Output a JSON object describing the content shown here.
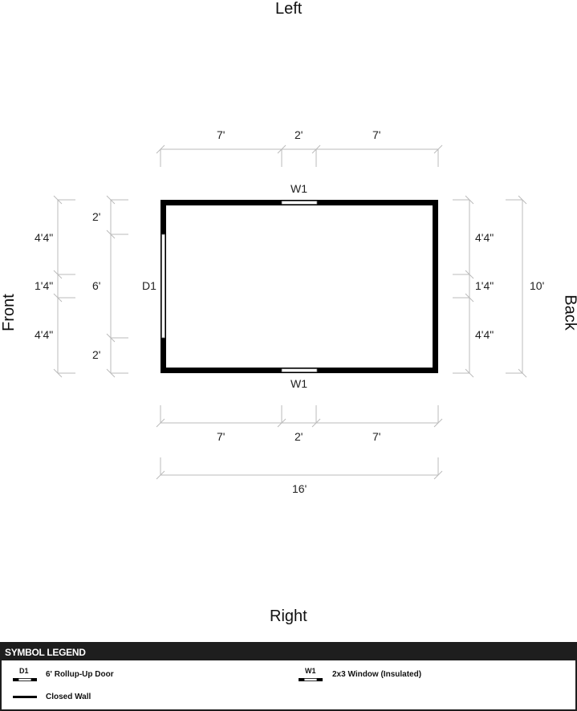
{
  "sides": {
    "top": "Left",
    "bottom": "Right",
    "left": "Front",
    "right": "Back"
  },
  "dimensions": {
    "top": [
      "7'",
      "2'",
      "7'"
    ],
    "bottom": [
      "7'",
      "2'",
      "7'"
    ],
    "total_length": "16'",
    "left_outer": [
      "4'4\"",
      "1'4\"",
      "4'4\""
    ],
    "left_inner": [
      "2'",
      "6'",
      "2'"
    ],
    "right_inner": [
      "4'4\"",
      "1'4\"",
      "4'4\""
    ],
    "total_width": "10'"
  },
  "openings": {
    "top_window": "W1",
    "bottom_window": "W1",
    "front_door": "D1"
  },
  "legend": {
    "title": "SYMBOL LEGEND",
    "items": [
      {
        "code": "D1",
        "label": "6' Rollup-Up Door"
      },
      {
        "code": "",
        "label": "Closed Wall"
      },
      {
        "code": "W1",
        "label": "2x3 Window (Insulated)"
      }
    ]
  }
}
